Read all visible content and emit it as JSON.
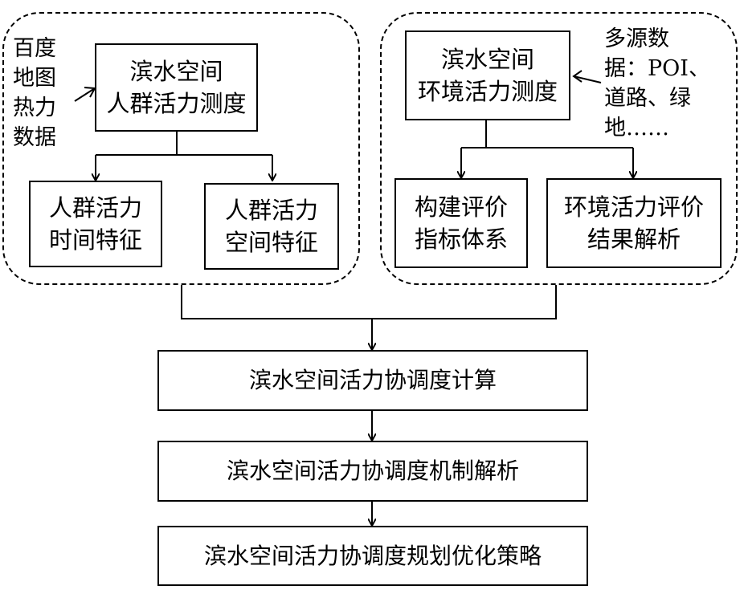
{
  "left_group": {
    "source_note": "百度\n地图\n热力\n数据",
    "main_box": "滨水空间\n人群活力测度",
    "sub_boxes": [
      "人群活力\n时间特征",
      "人群活力\n空间特征"
    ]
  },
  "right_group": {
    "source_note": "多源数\n据：POI、\n道路、绿\n地……",
    "main_box": "滨水空间\n环境活力测度",
    "sub_boxes": [
      "构建评价\n指标体系",
      "环境活力评价\n结果解析"
    ]
  },
  "steps": [
    "滨水空间活力协调度计算",
    "滨水空间活力协调度机制解析",
    "滨水空间活力协调度规划优化策略"
  ]
}
